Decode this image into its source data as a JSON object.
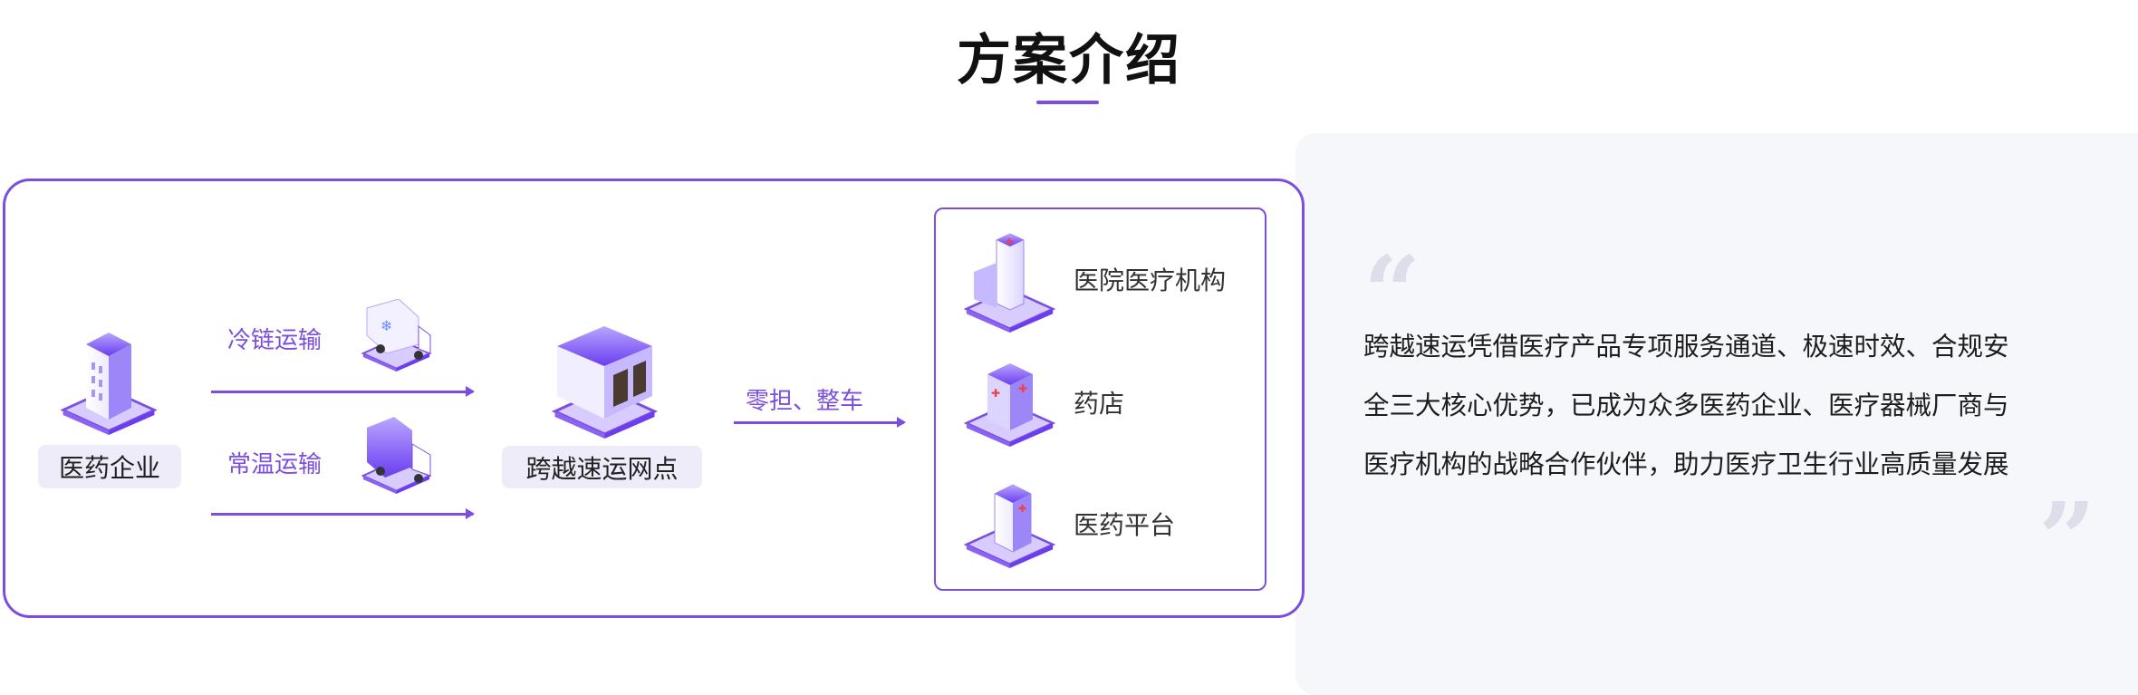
{
  "header": {
    "title": "方案介绍"
  },
  "flow": {
    "source": {
      "label": "医药企业",
      "icon": "pharma-building-icon"
    },
    "routes": [
      {
        "label": "冷链运输",
        "icon": "refrigerated-truck-icon"
      },
      {
        "label": "常温运输",
        "icon": "cargo-truck-icon"
      }
    ],
    "hub": {
      "label": "跨越速运网点",
      "icon": "warehouse-icon"
    },
    "delivery_label": "零担、整车",
    "destinations": [
      {
        "label": "医院医疗机构",
        "icon": "hospital-icon"
      },
      {
        "label": "药店",
        "icon": "pharmacy-icon"
      },
      {
        "label": "医药平台",
        "icon": "medical-platform-icon"
      }
    ]
  },
  "description": {
    "open_quote": "“",
    "close_quote": "”",
    "lines": [
      "跨越速运凭借医疗产品专项服务通道、极速时效、合规安",
      "全三大核心优势，已成为众多医药企业、医疗器械厂商与",
      "医疗机构的战略合作伙伴，助力医疗卫生行业高质量发展"
    ]
  },
  "colors": {
    "accent": "#7b4ee0",
    "tag_bg": "#efecfa",
    "panel_bg": "#f6f7fa",
    "quote": "#dcdfea"
  }
}
